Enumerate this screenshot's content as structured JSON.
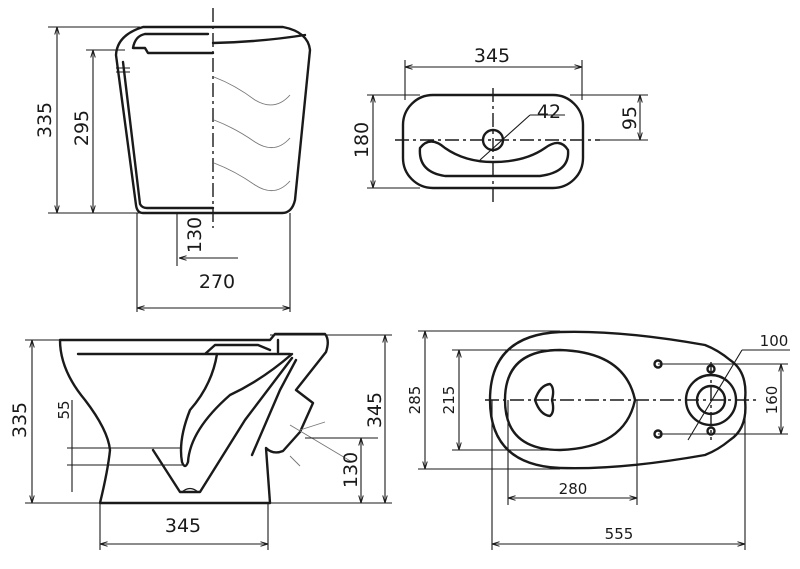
{
  "tank_side": {
    "height_total": "335",
    "height_inner": "295",
    "outlet_offset": "130",
    "width": "270"
  },
  "tank_top": {
    "length": "345",
    "depth": "180",
    "hole_diameter": "42",
    "hole_offset": "95"
  },
  "bowl_side": {
    "height": "335",
    "rim_offset": "55",
    "outlet_height_total": "345",
    "outlet_height": "130",
    "base_width": "345"
  },
  "bowl_top": {
    "width": "285",
    "inner_width": "215",
    "bowl_length": "280",
    "total_length": "555",
    "outlet_offset": "100",
    "outlet_spacing": "160"
  }
}
